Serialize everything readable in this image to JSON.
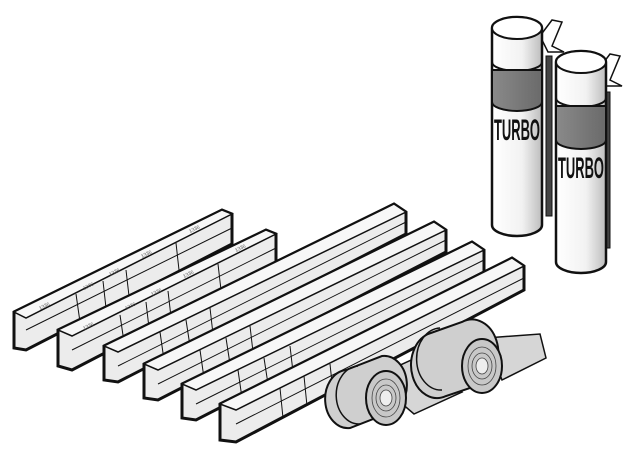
{
  "figure": {
    "description": "Kit illustration: short scored filler strips, long filler strips, two adhesive tape rolls, two foam cans",
    "colors": {
      "outline": "#111111",
      "face_light": "#f2f2f2",
      "face_mid": "#dcdcdc",
      "band_dark": "#7a7a7a",
      "tape": "#d0d0d0",
      "tape_dark": "#b5b5b5"
    }
  },
  "cans": [
    {
      "label": "TURBO"
    },
    {
      "label": "TURBO"
    }
  ],
  "short_strips": [
    {
      "marks": [
        "1336",
        "1336",
        "1336",
        "1336",
        "1336"
      ]
    },
    {
      "marks": [
        "1336",
        "1336",
        "1336",
        "1336",
        "1336"
      ]
    }
  ],
  "long_strip_count": 4,
  "tape_roll_count": 2
}
